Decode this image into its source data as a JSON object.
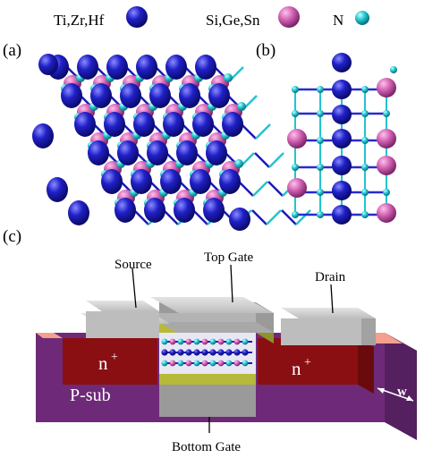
{
  "legend": {
    "items": [
      {
        "label": "Ti,Zr,Hf",
        "color": "#1a1ab8"
      },
      {
        "label": "Si,Ge,Sn",
        "color": "#d060b0"
      },
      {
        "label": "N",
        "color": "#22c4d0"
      }
    ]
  },
  "panels": {
    "a": "(a)",
    "b": "(b)",
    "c": "(c)"
  },
  "device": {
    "source": "Source",
    "top_gate": "Top Gate",
    "drain": "Drain",
    "n_plus_left": "n",
    "n_plus_right": "n",
    "n_plus_sup": "+",
    "substrate": "P-sub",
    "width": "w",
    "bottom_gate": "Bottom Gate"
  },
  "colors": {
    "metal": "#1a1ab8",
    "group14": "#d060b0",
    "nitrogen": "#22c4d0",
    "n_region": "#8a0f12",
    "substrate": "#6e2a78",
    "oxide": "#b7b93a",
    "contact": "#c9c9c9"
  }
}
